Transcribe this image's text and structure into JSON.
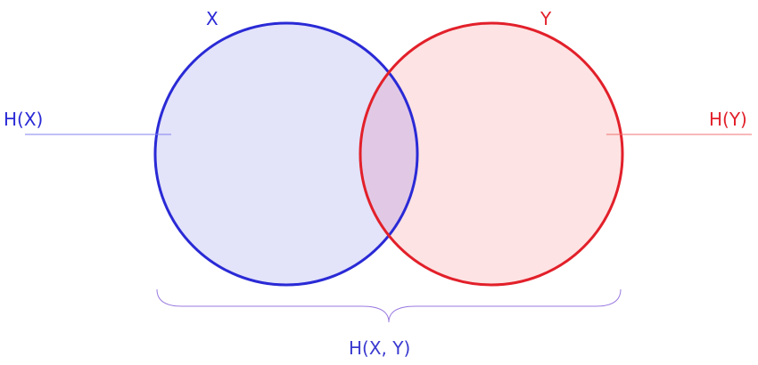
{
  "labels": {
    "set_x": "X",
    "set_y": "Y",
    "entropy_x": "H(X)",
    "entropy_y": "H(Y)",
    "joint_entropy": "H(X, Y)"
  },
  "colors": {
    "x_stroke": "#2a2ad6",
    "x_fill": "#e3e3fa",
    "y_stroke": "#e2202a",
    "y_fill": "#fde3e3",
    "overlap_fill": "#e1c9e6",
    "x_text": "#2a2ad6",
    "y_text": "#e2202a",
    "joint_text": "#3a3ad0",
    "brace": "#9a7ae0",
    "x_pointer": "#8080f0",
    "y_pointer": "#f07070"
  }
}
